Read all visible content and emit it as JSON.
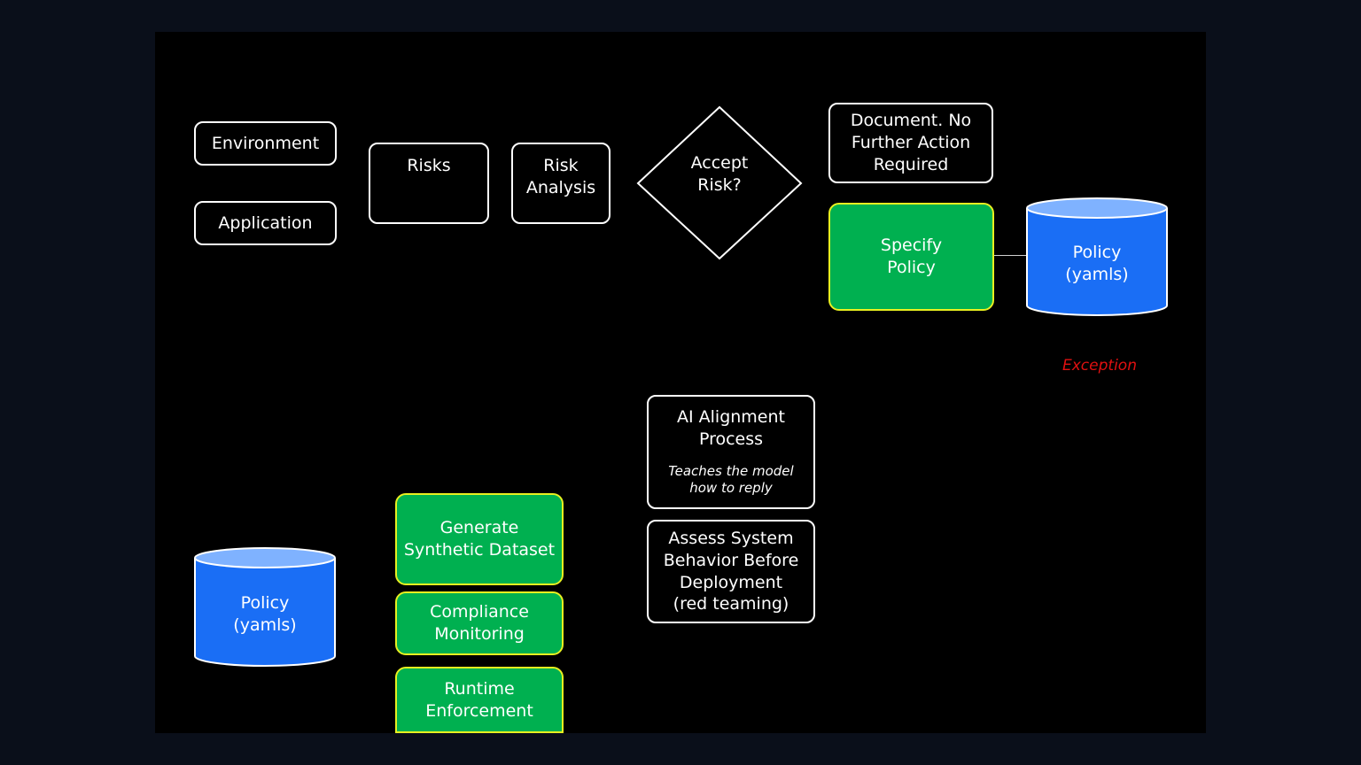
{
  "nodes": {
    "environment": "Environment",
    "application": "Application",
    "risks": "Risks",
    "risk_analysis": [
      "Risk",
      "Analysis"
    ],
    "accept_risk": [
      "Accept",
      "Risk?"
    ],
    "document": [
      "Document. No",
      "Further Action",
      "Required"
    ],
    "specify_policy": [
      "Specify",
      "Policy"
    ],
    "policy_top": [
      "Policy",
      "(yamls)"
    ],
    "exception": "Exception",
    "ai_alignment": {
      "title": [
        "AI Alignment",
        "Process"
      ],
      "note": [
        "Teaches the model",
        "how to reply"
      ]
    },
    "assess_system": [
      "Assess System",
      "Behavior Before",
      "Deployment",
      "(red teaming)"
    ],
    "generate_dataset": [
      "Generate",
      "Synthetic Dataset"
    ],
    "compliance": [
      "Compliance",
      "Monitoring"
    ],
    "runtime": [
      "Runtime",
      "Enforcement"
    ],
    "policy_bottom": [
      "Policy",
      "(yamls)"
    ]
  },
  "colors": {
    "green_fill": "#00b050",
    "green_border": "#e8f020",
    "cylinder_fill": "#1a6ef5",
    "cylinder_top": "#7fb2ff",
    "exception_text": "#e01010"
  }
}
